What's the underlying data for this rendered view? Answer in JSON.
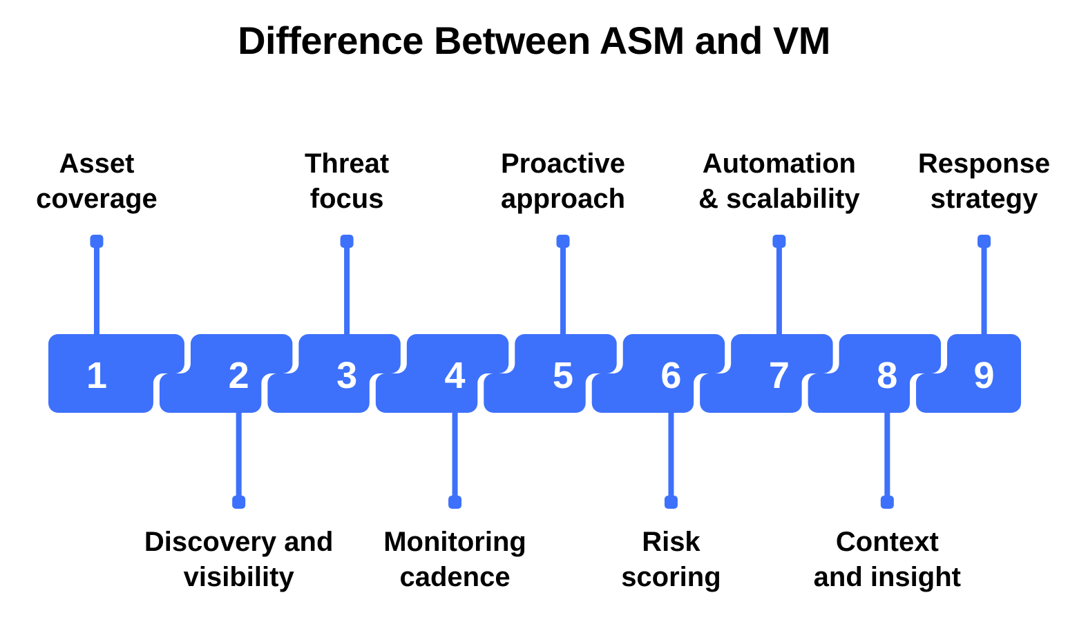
{
  "title": "Difference Between ASM and VM",
  "theme": {
    "accent": "#3d71fb",
    "text": "#000000",
    "number_text": "#ffffff",
    "background": "#ffffff"
  },
  "chart_data": {
    "type": "diagram",
    "title": "Difference Between ASM and VM",
    "layout": "horizontal interlocking step bar with 9 numbered segments; odd segments connect upward to labels, even segments connect downward to labels",
    "segment_count": 9,
    "categories": [
      "1",
      "2",
      "3",
      "4",
      "5",
      "6",
      "7",
      "8",
      "9"
    ],
    "items": [
      {
        "number": "1",
        "label": "Asset\ncoverage",
        "side": "top"
      },
      {
        "number": "2",
        "label": "Discovery and\nvisibility",
        "side": "bottom"
      },
      {
        "number": "3",
        "label": "Threat\nfocus",
        "side": "top"
      },
      {
        "number": "4",
        "label": "Monitoring\ncadence",
        "side": "bottom"
      },
      {
        "number": "5",
        "label": "Proactive\napproach",
        "side": "top"
      },
      {
        "number": "6",
        "label": "Risk\nscoring",
        "side": "bottom"
      },
      {
        "number": "7",
        "label": "Automation\n& scalability",
        "side": "top"
      },
      {
        "number": "8",
        "label": "Context\nand insight",
        "side": "bottom"
      },
      {
        "number": "9",
        "label": "Response\nstrategy",
        "side": "top"
      }
    ]
  },
  "steps": [
    {
      "number": "1",
      "label": "Asset\ncoverage",
      "side": "top"
    },
    {
      "number": "2",
      "label": "Discovery and\nvisibility",
      "side": "bottom"
    },
    {
      "number": "3",
      "label": "Threat\nfocus",
      "side": "top"
    },
    {
      "number": "4",
      "label": "Monitoring\ncadence",
      "side": "bottom"
    },
    {
      "number": "5",
      "label": "Proactive\napproach",
      "side": "top"
    },
    {
      "number": "6",
      "label": "Risk\nscoring",
      "side": "bottom"
    },
    {
      "number": "7",
      "label": "Automation\n& scalability",
      "side": "top"
    },
    {
      "number": "8",
      "label": "Context\nand insight",
      "side": "bottom"
    },
    {
      "number": "9",
      "label": "Response\nstrategy",
      "side": "top"
    }
  ]
}
